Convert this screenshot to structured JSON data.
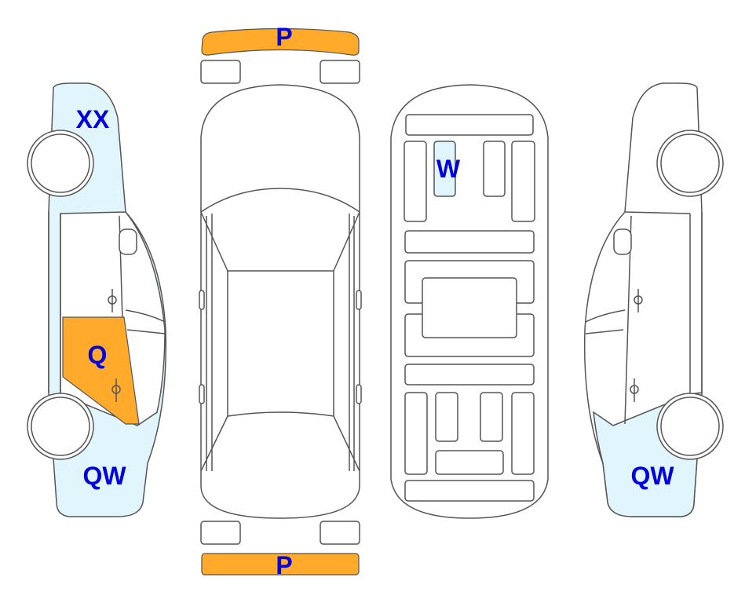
{
  "colors": {
    "damage_orange": "#FFAA2A",
    "damage_light_blue": "#E0F6FC",
    "label_blue": "#0000E0",
    "outline": "#555555"
  },
  "labels": {
    "front_bumper": "P",
    "rear_bumper": "P",
    "left_front_fender": "XX",
    "left_rear_door": "Q",
    "left_rear_quarter": "QW",
    "interior_front_seat": "W",
    "right_rear_quarter": "QW"
  }
}
